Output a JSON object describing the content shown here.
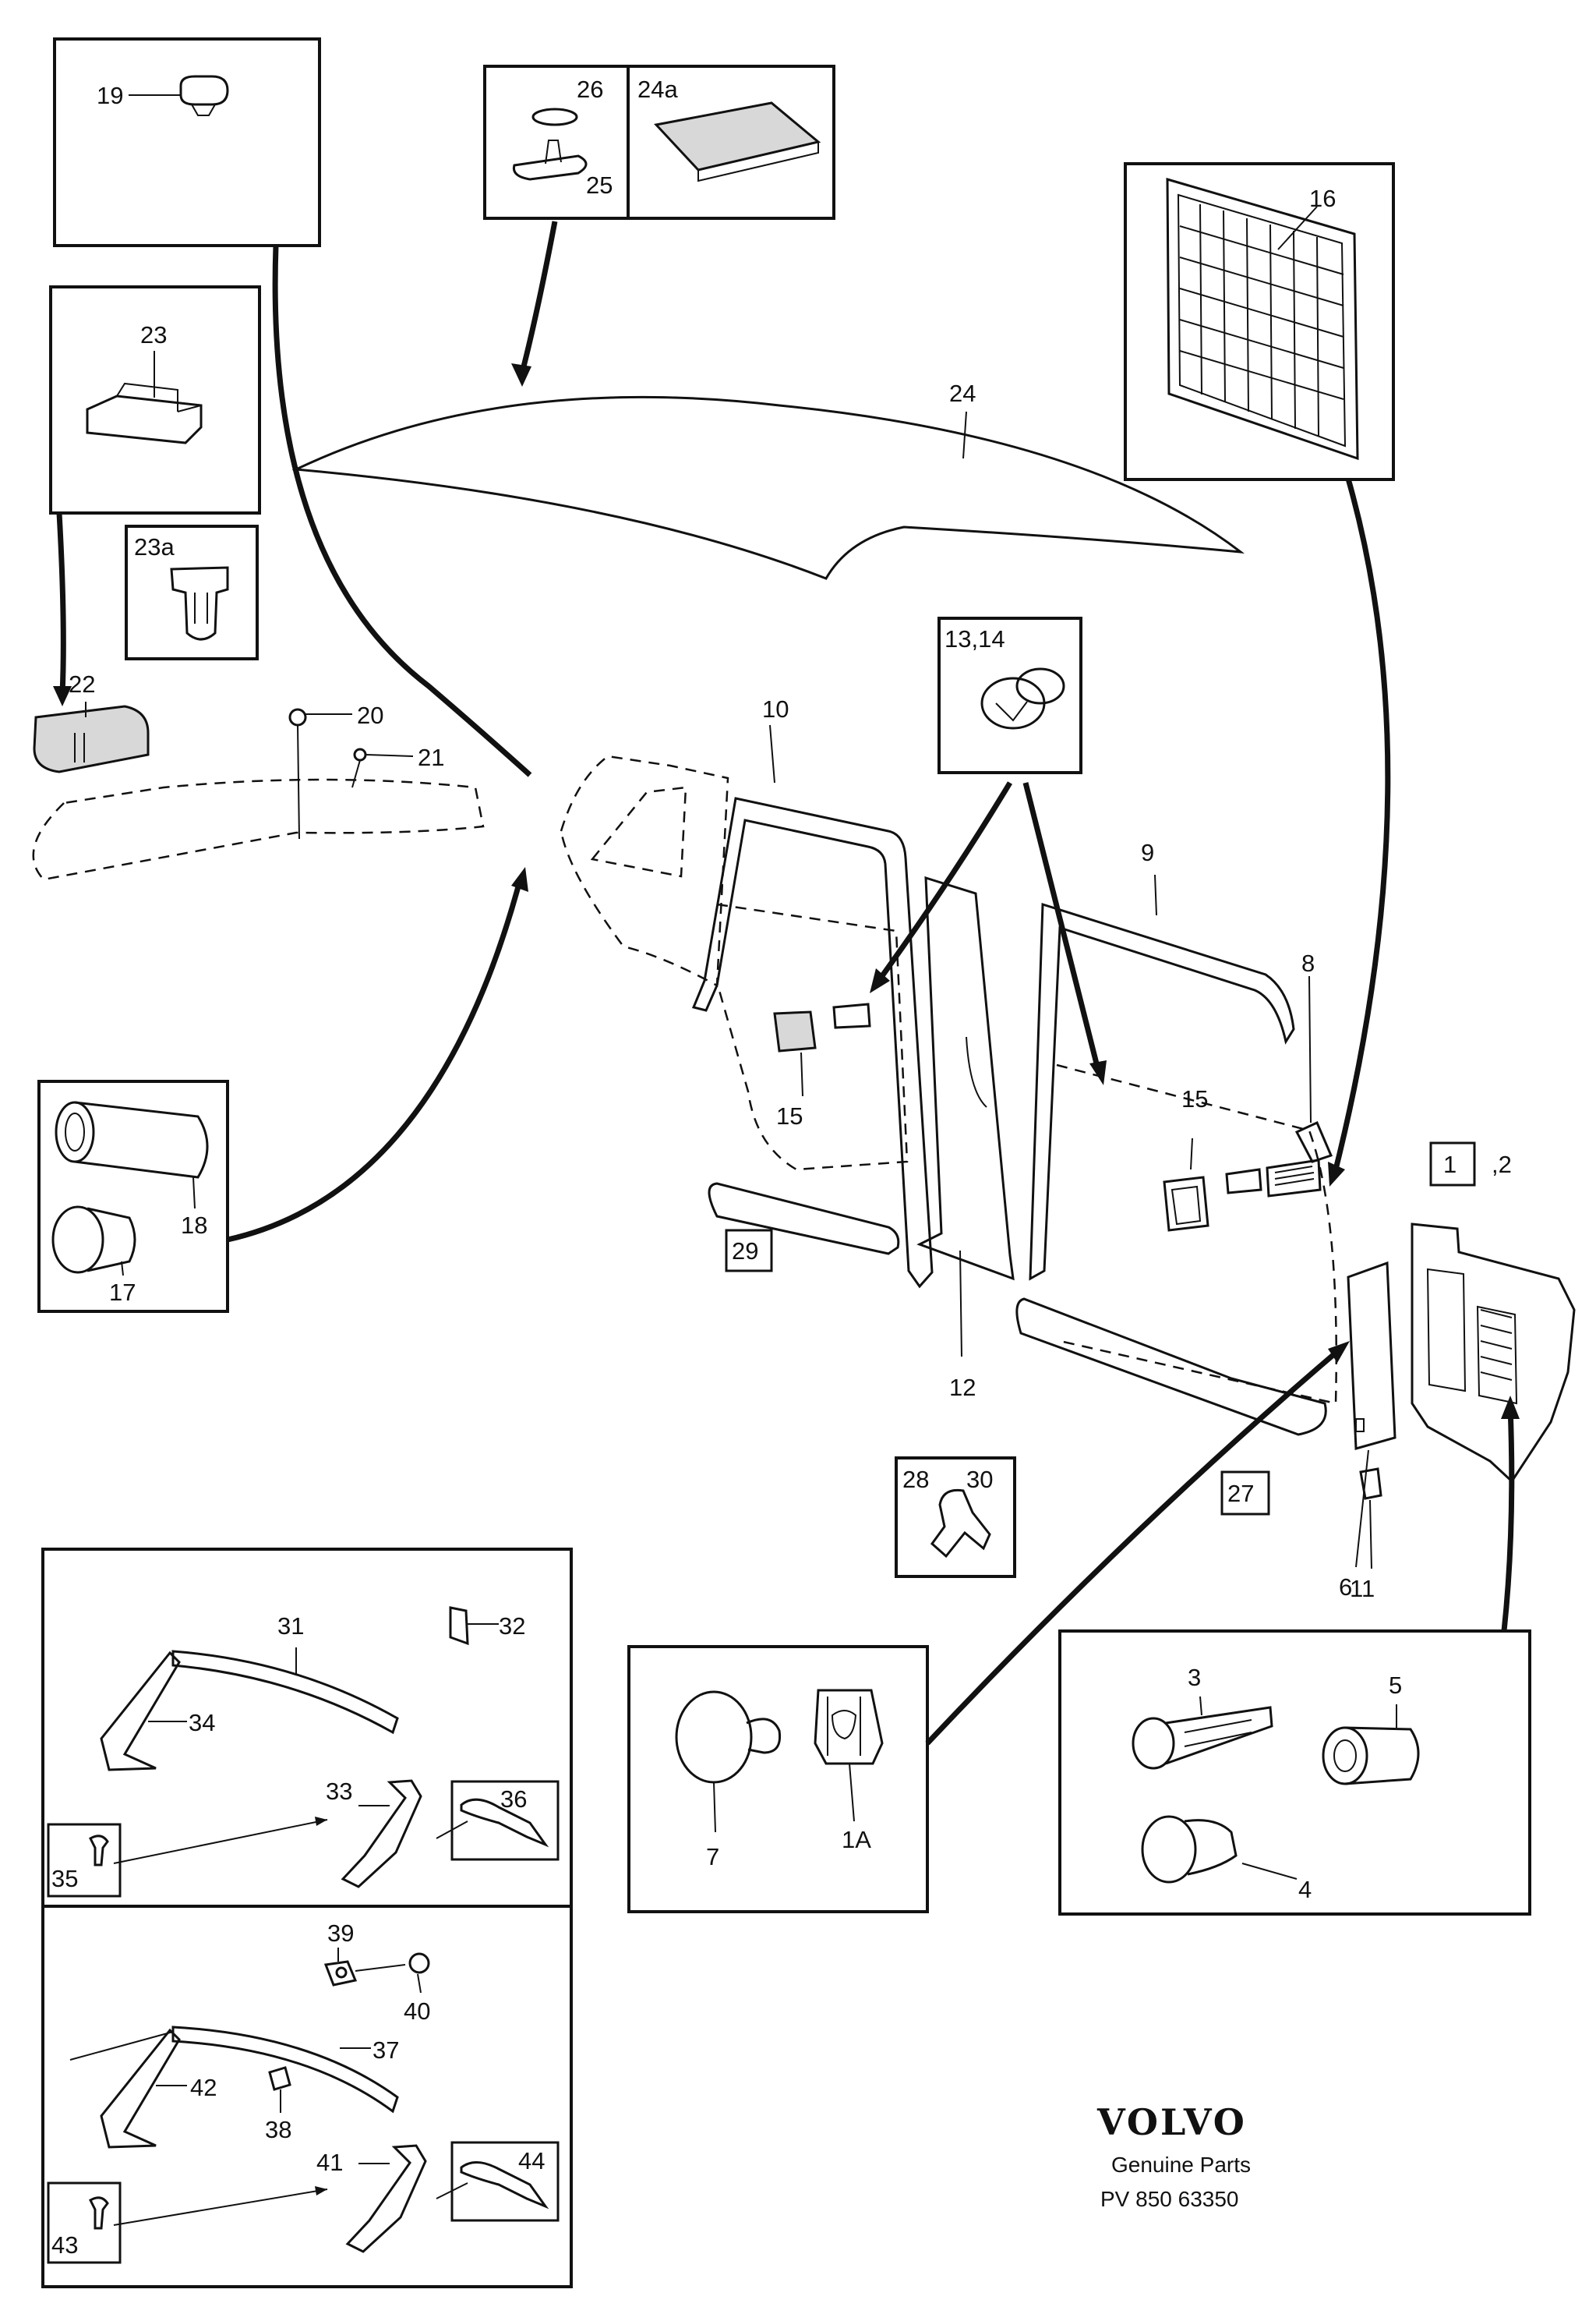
{
  "brand": {
    "logo": "VOLVO",
    "subtitle": "Genuine Parts",
    "code": "PV 850 63350"
  },
  "labels": {
    "p1": "1",
    "p1_suffix": ",2",
    "p1A": "1A",
    "p3": "3",
    "p4": "4",
    "p5": "5",
    "p6": "6",
    "p7": "7",
    "p8": "8",
    "p9": "9",
    "p10": "10",
    "p11": "11",
    "p12": "12",
    "p13_14": "13,14",
    "p15a": "15",
    "p15b": "15",
    "p16": "16",
    "p17": "17",
    "p18": "18",
    "p19": "19",
    "p20": "20",
    "p21": "21",
    "p22": "22",
    "p23": "23",
    "p23a": "23a",
    "p24": "24",
    "p24a": "24a",
    "p25": "25",
    "p26": "26",
    "p27": "27",
    "p28": "28",
    "p29": "29",
    "p30": "30",
    "p31": "31",
    "p32": "32",
    "p33": "33",
    "p34": "34",
    "p35": "35",
    "p36": "36",
    "p37": "37",
    "p38": "38",
    "p39": "39",
    "p40": "40",
    "p41": "41",
    "p42": "42",
    "p43": "43",
    "p44": "44"
  }
}
